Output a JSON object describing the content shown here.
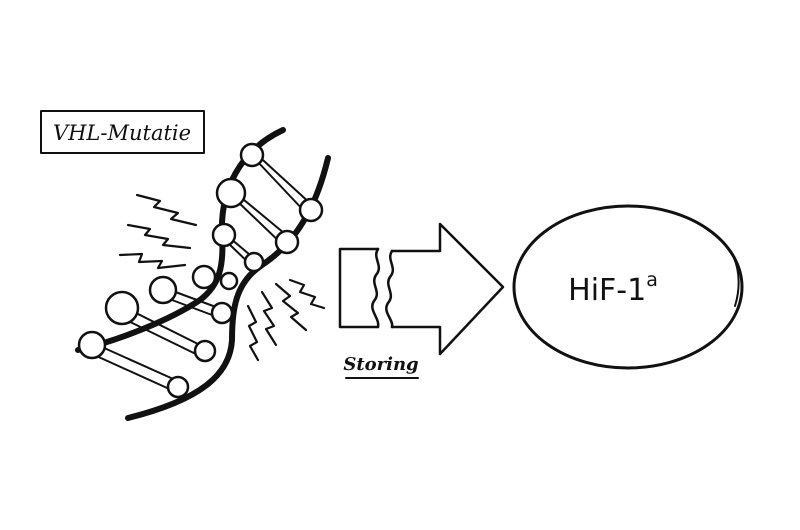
{
  "mutation_label": "VHL-Mutatie",
  "arrow_label": "Storing",
  "target": {
    "name": "HiF-1",
    "superscript": "a"
  },
  "colors": {
    "ink": "#111111",
    "background": "#ffffff",
    "node_fill": "#ffffff"
  },
  "icons": {
    "dna": "dna-helix-icon",
    "damage": "lightning-squiggle-icon",
    "arrow": "broken-arrow-icon"
  }
}
